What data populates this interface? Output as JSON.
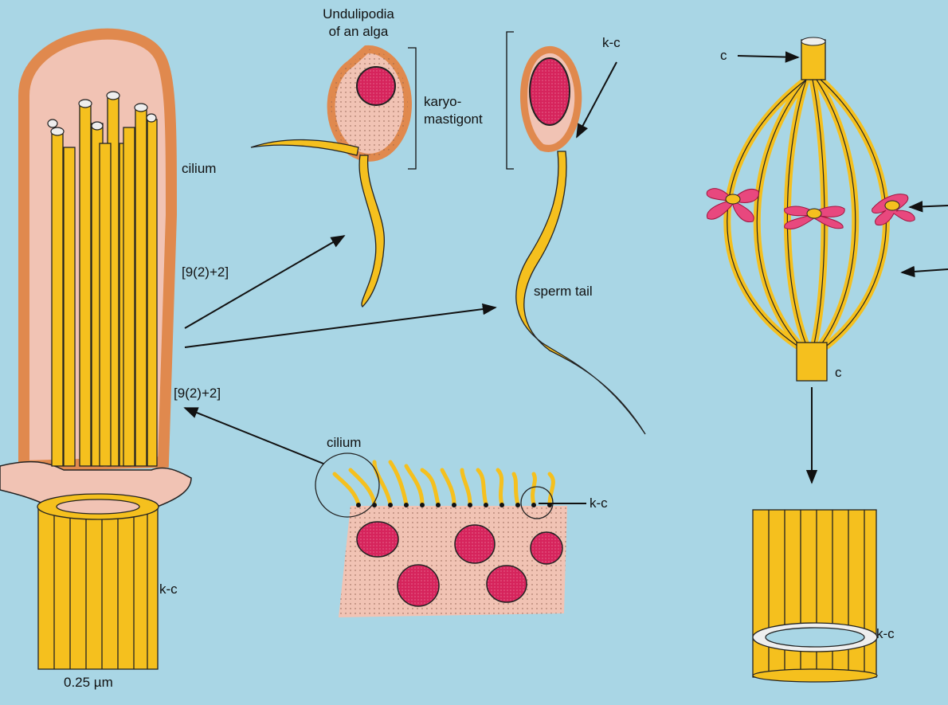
{
  "labels": {
    "cilium_main": "cilium",
    "formula_upper": "[9(2)+2]",
    "formula_lower": "[9(2)+2]",
    "kc_left": "k-c",
    "scale": "0.25 µm",
    "alga_title_line1": "Undulipodia",
    "alga_title_line2": "of an alga",
    "karyo_line1": "karyo-",
    "karyo_line2": "mastigont",
    "kc_sperm": "k-c",
    "sperm_tail": "sperm tail",
    "cilium_epithelium": "cilium",
    "kc_epithelium": "k-c",
    "c_top": "c",
    "c_bottom": "c",
    "kc_right": "k-c"
  },
  "colors": {
    "background": "#a9d6e5",
    "microtubule": "#f5c01e",
    "membrane": "#e79a66",
    "cytoplasm": "#f1c3b4",
    "nucleus": "#d6245c",
    "chromosome": "#e8487e"
  }
}
